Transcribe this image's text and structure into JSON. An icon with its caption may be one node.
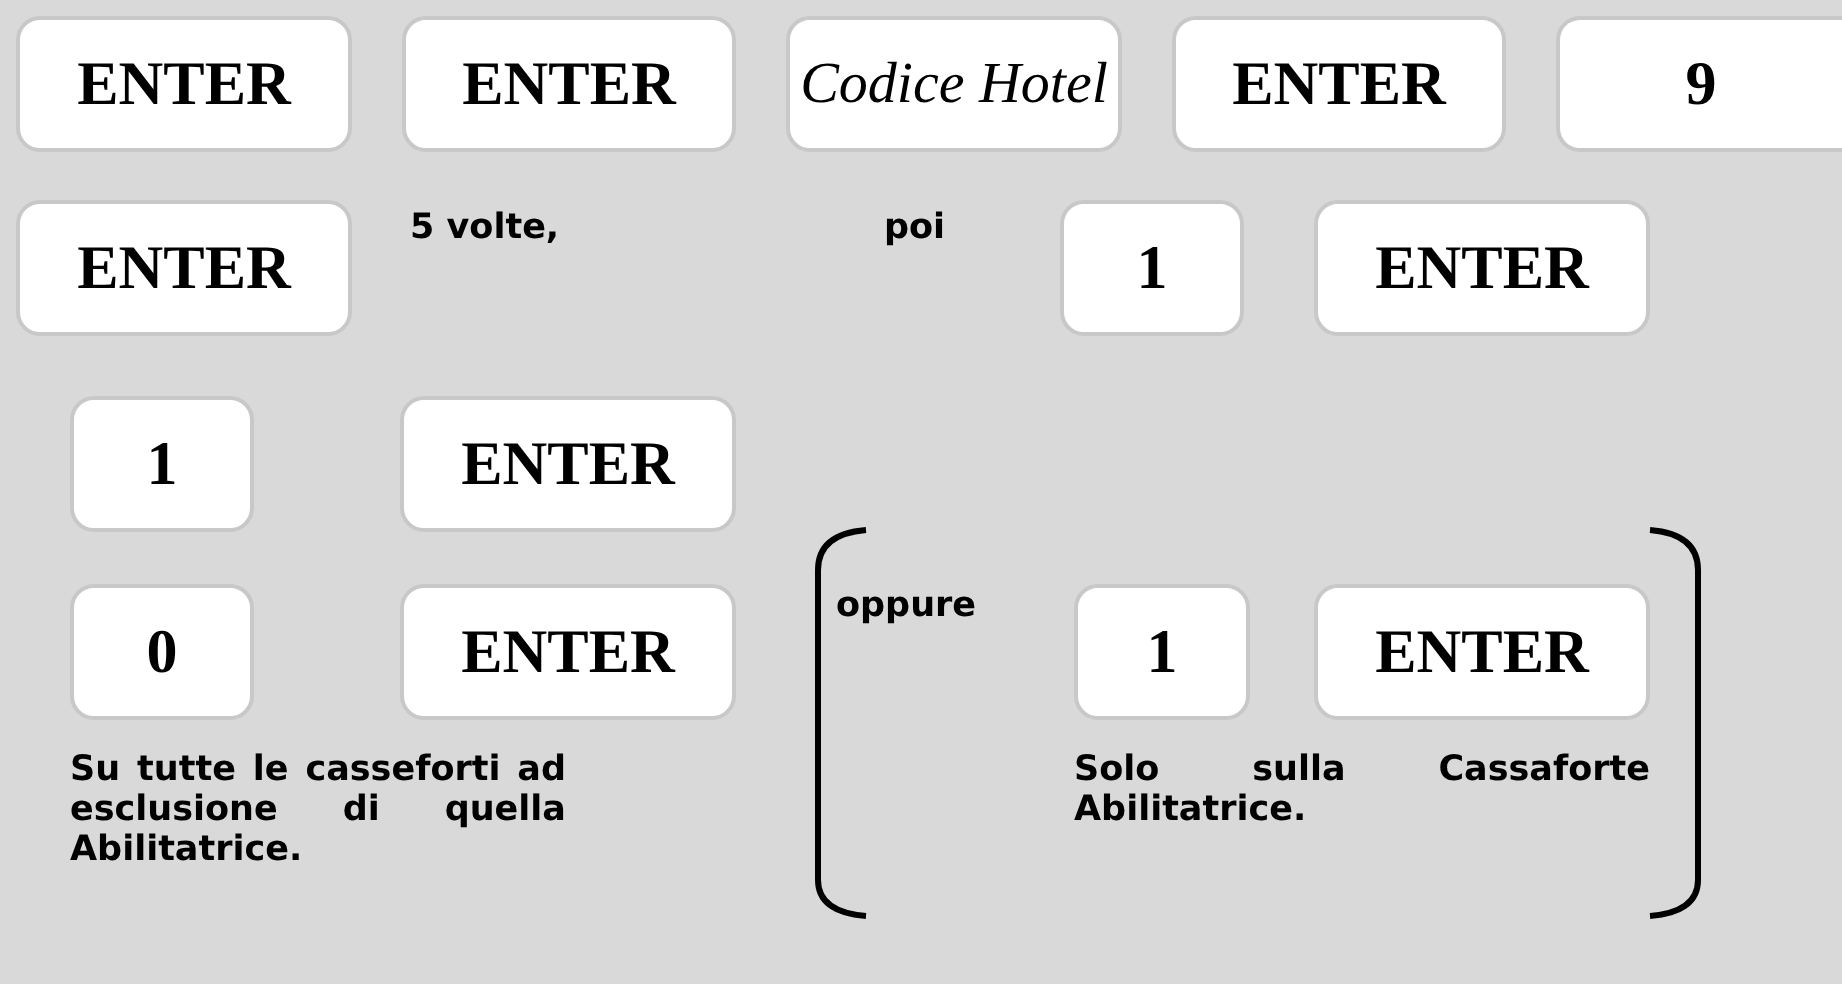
{
  "diagram": {
    "nodes": [
      {
        "text": [
          "ENTER"
        ]
      },
      {
        "text": [
          "ENTER"
        ]
      },
      {
        "text": [
          "Codice Hotel"
        ]
      },
      {
        "text": [
          "ENTER"
        ]
      },
      {
        "text": [
          "9"
        ]
      },
      {
        "text": [
          "ENTER"
        ]
      },
      {
        "text": [
          "1"
        ]
      },
      {
        "text": [
          "ENTER"
        ]
      },
      {
        "text": [
          "1"
        ]
      },
      {
        "text": [
          "ENTER"
        ]
      },
      {
        "text": [
          "0"
        ]
      },
      {
        "text": [
          "ENTER"
        ]
      },
      {
        "text": [
          "1"
        ]
      },
      {
        "text": [
          "ENTER"
        ]
      }
    ],
    "labels": [
      "5 volte,",
      "poi",
      "oppure",
      "Su tutte le casseforti ad esclusione di quella Abilitatrice.",
      "Solo sulla Cassaforte Abilitatrice."
    ]
  }
}
